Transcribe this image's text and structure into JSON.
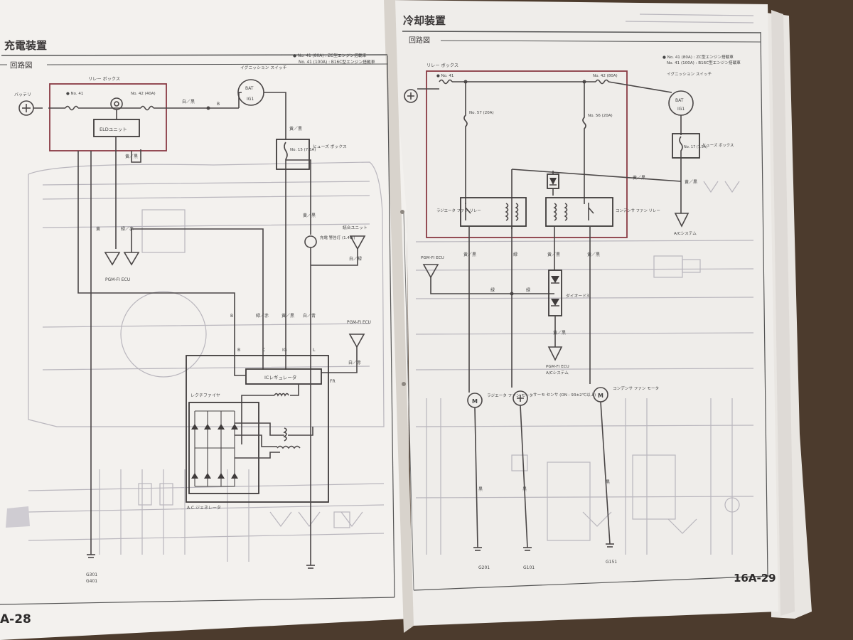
{
  "left_page": {
    "title": "充電装置",
    "section": "回路図",
    "note_lines": [
      "● No. 41 (80A) : ZC型エンジン搭載車",
      "No. 41 (100A) : B16C型エンジン搭載車"
    ],
    "battery_label": "バッテリ",
    "relay_box_label": "リレー ボックス",
    "fuse_no41": "● No. 41",
    "fuse_no42": "No. 42 (40A)",
    "elc_unit": "ELDユニット",
    "ignition_switch": "イグニッション スイッチ",
    "bat_terminal": "BAT",
    "ig1_terminal": "IG1",
    "fuse_box": "ヒューズ ボックス",
    "fuse_no15": "No. 15 (7.5A)",
    "charge_lamp": "充電 警告灯 (1.4W)",
    "combo_unit": "統合ユニット",
    "pgm_fi_ecu_left": "PGM-FI ECU",
    "pgm_fi_ecu_right": "PGM-FI ECU",
    "wire_labels": {
      "w_wh": "白／黒",
      "w_b": "B",
      "w_yb": "黄／黒",
      "w_gr": "緑／赤",
      "w_y": "黄",
      "w_gb": "白／緑",
      "w_wg": "白／青",
      "w_wr": "白／赤"
    },
    "terminals": [
      "B",
      "C",
      "IG",
      "L"
    ],
    "fr_label": "FR",
    "ic_regulator": "ICレギュレータ",
    "rectifier": "レクチファイヤ",
    "generator": "A.C.ジェネレータ",
    "grounds": [
      "G301",
      "G401"
    ],
    "page_number": "A-28"
  },
  "right_page": {
    "title": "冷却装置",
    "section": "回路図",
    "note_lines": [
      "● No. 41 (80A) : ZC型エンジン搭載車",
      "No. 41 (100A) : B16C型エンジン搭載車"
    ],
    "relay_box_label": "リレー ボックス",
    "fuse_no41": "● No. 41",
    "fuse_no42": "No. 42 (80A)",
    "fuse_no57": "No. 57 (20A)",
    "fuse_no56": "No. 56 (20A)",
    "ignition_switch": "イグニッション スイッチ",
    "fuse_box": "ヒューズ ボックス",
    "fuse_no17": "No. 17 (7.5A)",
    "radiator_fan_relay": "ラジエータ ファン リレー",
    "condenser_fan_relay": "コンデンサ ファン リレー",
    "ac_system": "A/Cシステム",
    "pgm_fi_ecu": "PGM-FI ECU",
    "diode": "ダイオード3",
    "outputs": [
      "PGM-FI ECU",
      "A/Cシステム"
    ],
    "radiator_fan_motor": "ラジエータ ファン モータ",
    "thermo_sensor": "サーモ センサ (ON : 93±2℃以上)",
    "condenser_fan_motor": "コンデンサ ファン モータ",
    "wire_labels": {
      "w_y": "黄／黒",
      "w_g": "緑",
      "w_bk": "黒"
    },
    "grounds": [
      "G201",
      "G101",
      "G151"
    ],
    "page_number": "16A-29"
  }
}
